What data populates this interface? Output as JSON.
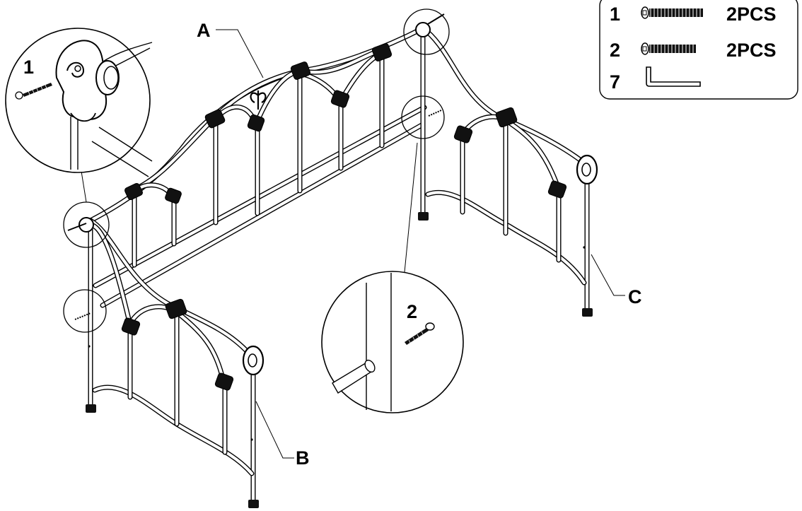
{
  "parts_list": {
    "items": [
      {
        "number": "1",
        "quantity": "2PCS",
        "icon": "long-bolt-icon"
      },
      {
        "number": "2",
        "quantity": "2PCS",
        "icon": "short-bolt-icon"
      },
      {
        "number": "7",
        "quantity": "",
        "icon": "allen-key-icon"
      }
    ]
  },
  "callouts": {
    "part_a": "A",
    "part_b": "B",
    "part_c": "C",
    "detail_1": "1",
    "detail_2": "2"
  }
}
